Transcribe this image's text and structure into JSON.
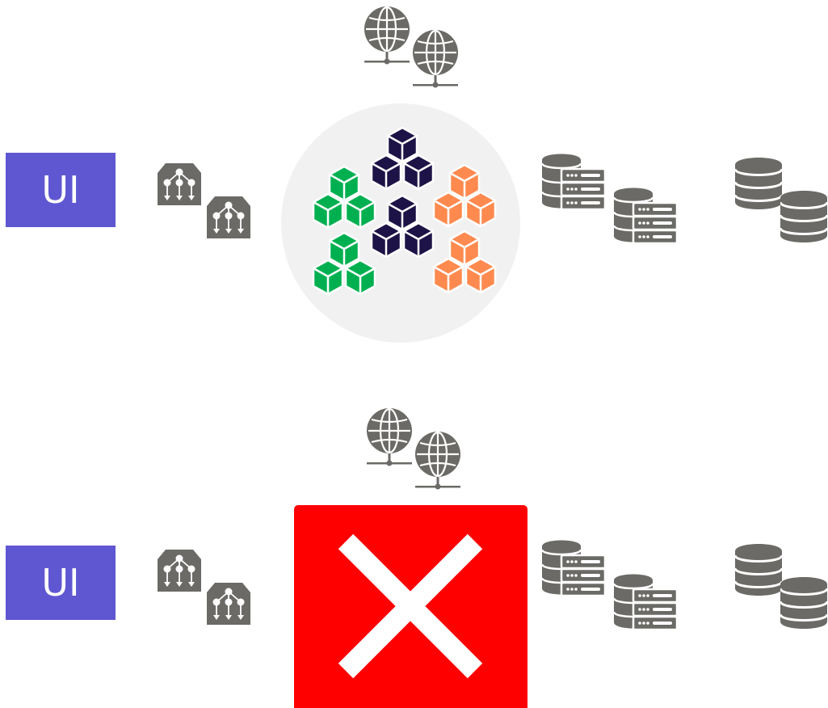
{
  "colors": {
    "ui_box": "#5f57d1",
    "icon_gray": "#6b6a66",
    "cluster_bg": "#f1f1f1",
    "cube_green": "#00b050",
    "cube_navy": "#1d1346",
    "cube_orange": "#ff8a4f",
    "error_red": "#ff0000",
    "error_x": "#ffffff"
  },
  "rows": [
    {
      "ui_label": "UI",
      "icons": [
        "load-balancer-icon",
        "globe-server-icon",
        "server-rack-icon",
        "database-icon"
      ],
      "center": "microservice-cluster"
    },
    {
      "ui_label": "UI",
      "icons": [
        "load-balancer-icon",
        "globe-server-icon",
        "server-rack-icon",
        "database-icon"
      ],
      "center": "failure-x"
    }
  ]
}
